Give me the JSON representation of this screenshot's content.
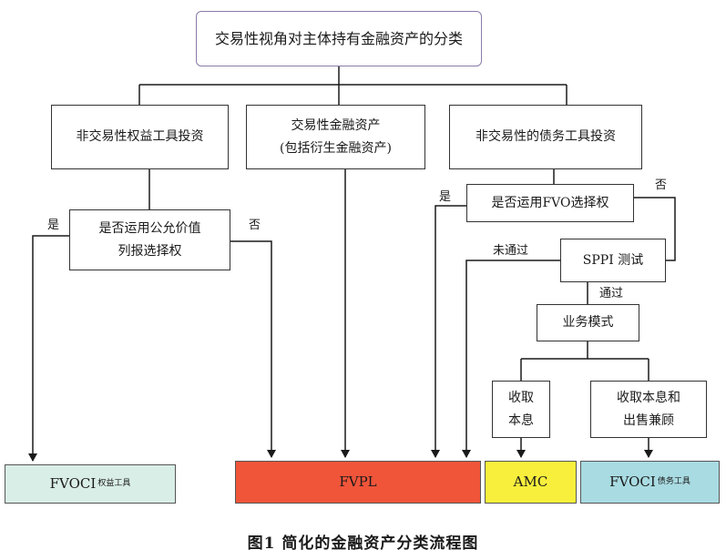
{
  "nodes": {
    "root": "交易性视角对主体持有金融资产的分类",
    "equity": "非交易性权益工具投资",
    "trading": "交易性金融资产\n(包括衍生金融资产)",
    "debt": "非交易性的债务工具投资",
    "fvoci_option": "是否运用公允价值\n列报选择权",
    "fvo_option": "是否运用FVO选择权",
    "sppi": "SPPI 测试",
    "business_model": "业务模式",
    "collect": "收取\n本息",
    "collect_sell": "收取本息和\n出售兼顾"
  },
  "edge_labels": {
    "equity_yes": "是",
    "equity_no": "否",
    "fvo_yes": "是",
    "fvo_no": "否",
    "sppi_fail": "未通过",
    "sppi_pass": "通过"
  },
  "results": {
    "fvoci_equity": {
      "main": "FVOCI",
      "sub": "权益工具",
      "color": "#d9eee6"
    },
    "fvpl": {
      "main": "FVPL",
      "color": "#f0553a"
    },
    "amc": {
      "main": "AMC",
      "color": "#f8ef3c"
    },
    "fvoci_debt": {
      "main": "FVOCI",
      "sub": "债务工具",
      "color": "#a9dbe2"
    }
  },
  "caption": "图1 简化的金融资产分类流程图"
}
